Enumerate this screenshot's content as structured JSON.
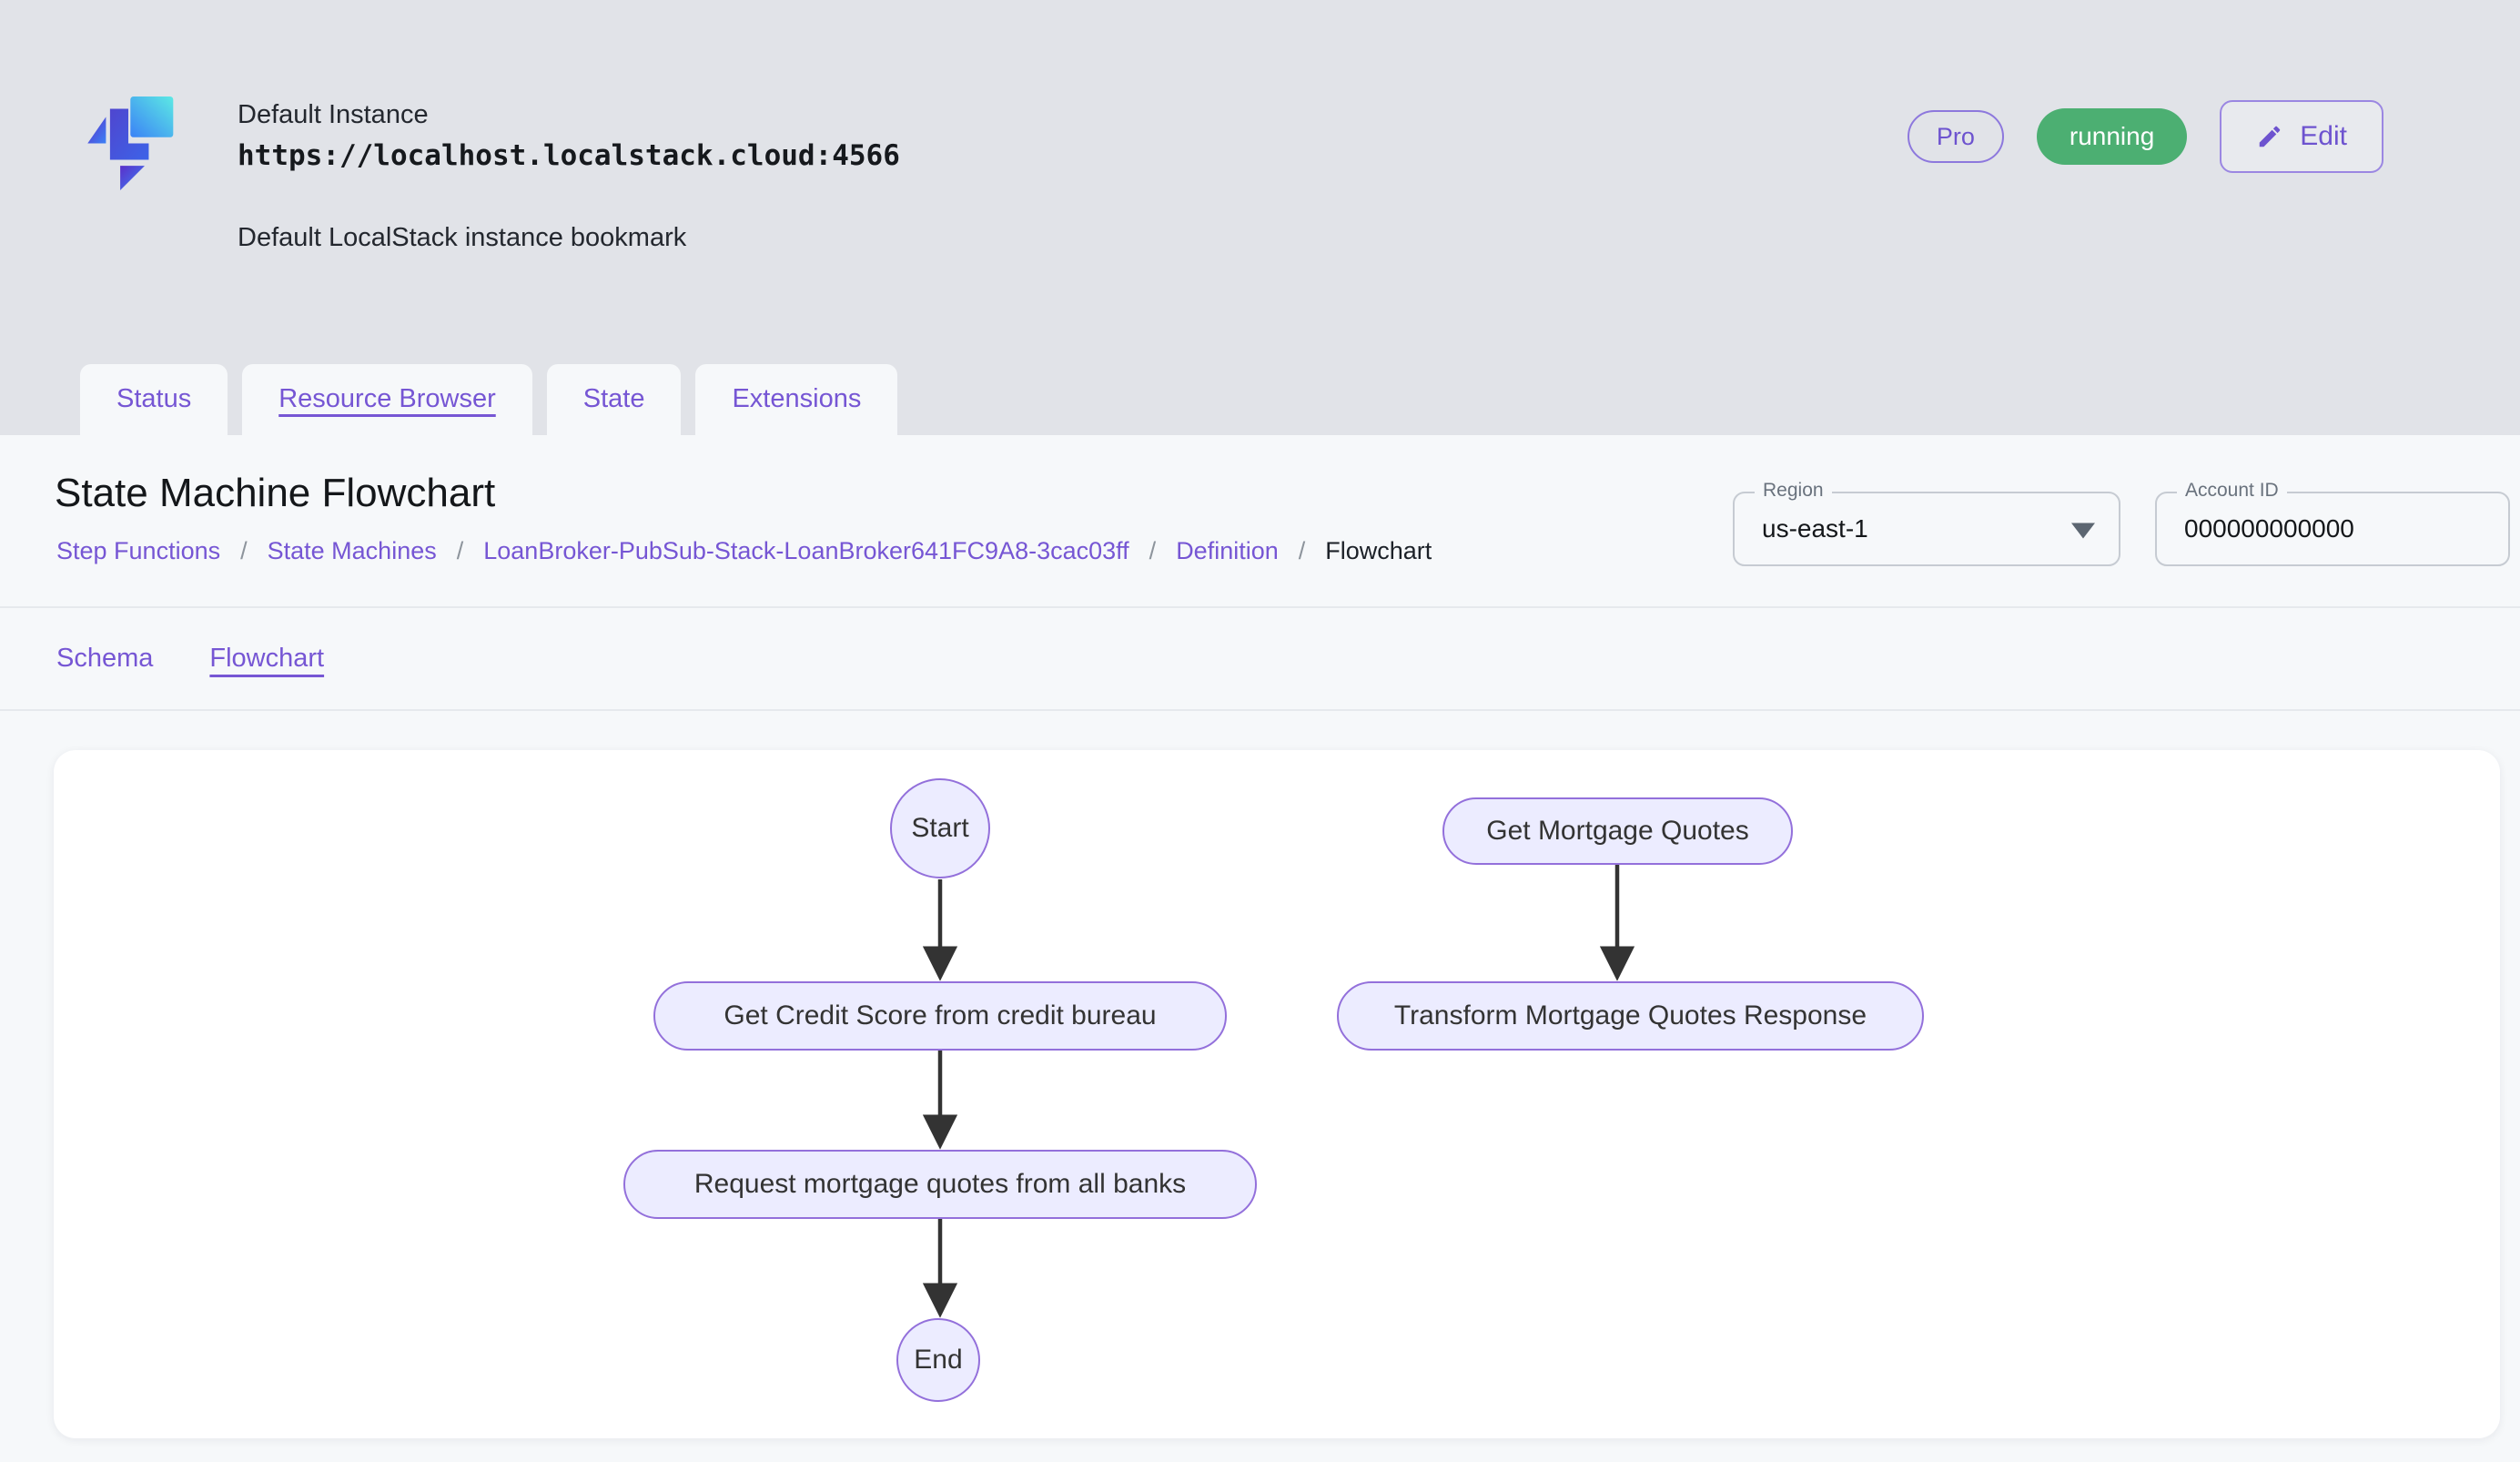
{
  "header": {
    "instance_title": "Default Instance",
    "instance_url": "https://localhost.localstack.cloud:4566",
    "instance_subtitle": "Default LocalStack instance bookmark",
    "pro_badge": "Pro",
    "status_badge": "running",
    "edit_button": "Edit",
    "status_color": "#4caf72",
    "accent_color": "#7656d4"
  },
  "tabs": [
    {
      "label": "Status",
      "active": false
    },
    {
      "label": "Resource Browser",
      "active": true
    },
    {
      "label": "State",
      "active": false
    },
    {
      "label": "Extensions",
      "active": false
    }
  ],
  "page": {
    "title": "State Machine Flowchart",
    "breadcrumbs": [
      {
        "label": "Step Functions"
      },
      {
        "label": "State Machines"
      },
      {
        "label": "LoanBroker-PubSub-Stack-LoanBroker641FC9A8-3cac03ff"
      },
      {
        "label": "Definition"
      },
      {
        "label": "Flowchart"
      }
    ],
    "separator": "/",
    "region_field": {
      "label": "Region",
      "value": "us-east-1"
    },
    "account_field": {
      "label": "Account ID",
      "value": "000000000000"
    }
  },
  "subtabs": [
    {
      "label": "Schema",
      "active": false
    },
    {
      "label": "Flowchart",
      "active": true
    }
  ],
  "flowchart": {
    "node_fill": "#ececff",
    "node_border": "#9370db",
    "edge_color": "#333333",
    "nodes": [
      {
        "id": "start",
        "label": "Start",
        "shape": "circle"
      },
      {
        "id": "get-credit-score",
        "label": "Get Credit Score from credit bureau",
        "shape": "stadium"
      },
      {
        "id": "request-quotes",
        "label": "Request mortgage quotes from all banks",
        "shape": "stadium"
      },
      {
        "id": "end",
        "label": "End",
        "shape": "circle"
      },
      {
        "id": "get-mortgage-quotes",
        "label": "Get Mortgage Quotes",
        "shape": "stadium"
      },
      {
        "id": "transform-response",
        "label": "Transform Mortgage Quotes Response",
        "shape": "stadium"
      }
    ],
    "edges": [
      {
        "from": "start",
        "to": "get-credit-score"
      },
      {
        "from": "get-credit-score",
        "to": "request-quotes"
      },
      {
        "from": "request-quotes",
        "to": "end"
      },
      {
        "from": "get-mortgage-quotes",
        "to": "transform-response"
      }
    ]
  }
}
